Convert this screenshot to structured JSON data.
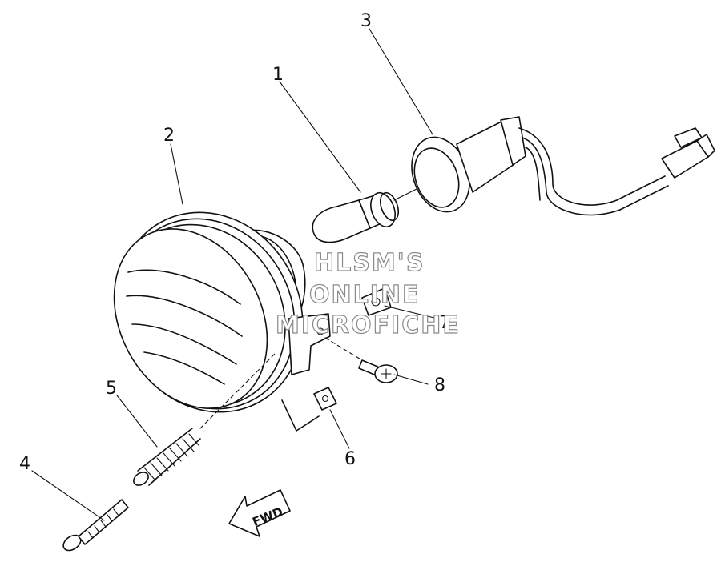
{
  "callouts": {
    "c1": "1",
    "c2": "2",
    "c3": "3",
    "c4": "4",
    "c5": "5",
    "c6": "6",
    "c7": "7",
    "c8": "8"
  },
  "watermark": {
    "line1": "HLSM'S",
    "line2": "ONLINE",
    "line3": "MICROFICHE"
  },
  "direction_arrow": {
    "label": "FWD"
  }
}
